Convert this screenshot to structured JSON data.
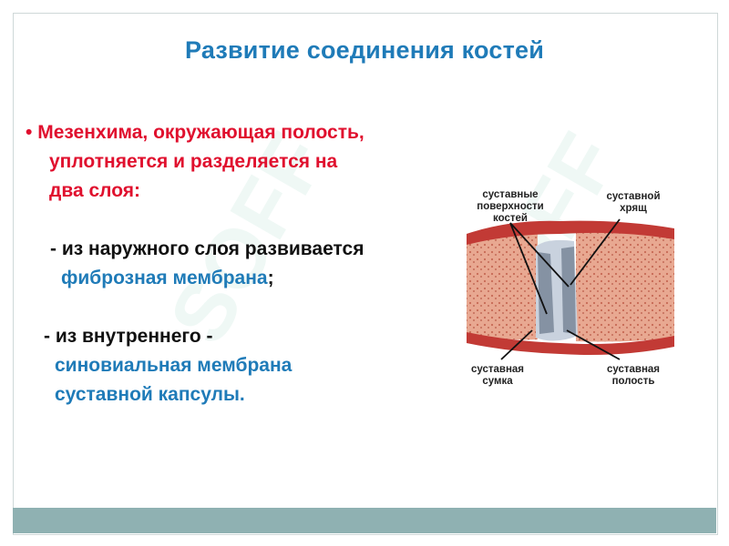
{
  "slide": {
    "title": "Развитие соединения костей",
    "paragraphs": {
      "intro_bullet": "•",
      "intro_line1": "Мезенхима, окружающая  полость,",
      "intro_line2": "уплотняется и разделяется на",
      "intro_line3": "два слоя:",
      "outer_line1": "- из наружного слоя развивается",
      "outer_term": "фиброзная мембрана",
      "outer_punct": ";",
      "inner_line1": "- из внутреннего -",
      "inner_term_line1": "синовиальная мембрана",
      "inner_term_line2": "суставной капсулы."
    }
  },
  "diagram": {
    "labels": {
      "articular_surfaces": [
        "суставные",
        "поверхности",
        "костей"
      ],
      "cartilage": [
        "суставной",
        "хрящ"
      ],
      "capsule": [
        "суставная",
        "сумка"
      ],
      "cavity": [
        "суставная",
        "полость"
      ]
    }
  },
  "watermark": {
    "text": "SOFF"
  },
  "colors": {
    "title": "#1f7bb8",
    "intro": "#e0102e",
    "text": "#111111",
    "term": "#1f7bb8",
    "footer": "#8fb1b2",
    "bone_pink": "#e8a891",
    "bone_red": "#c23a35",
    "cartilage": "#9aa6b4"
  }
}
